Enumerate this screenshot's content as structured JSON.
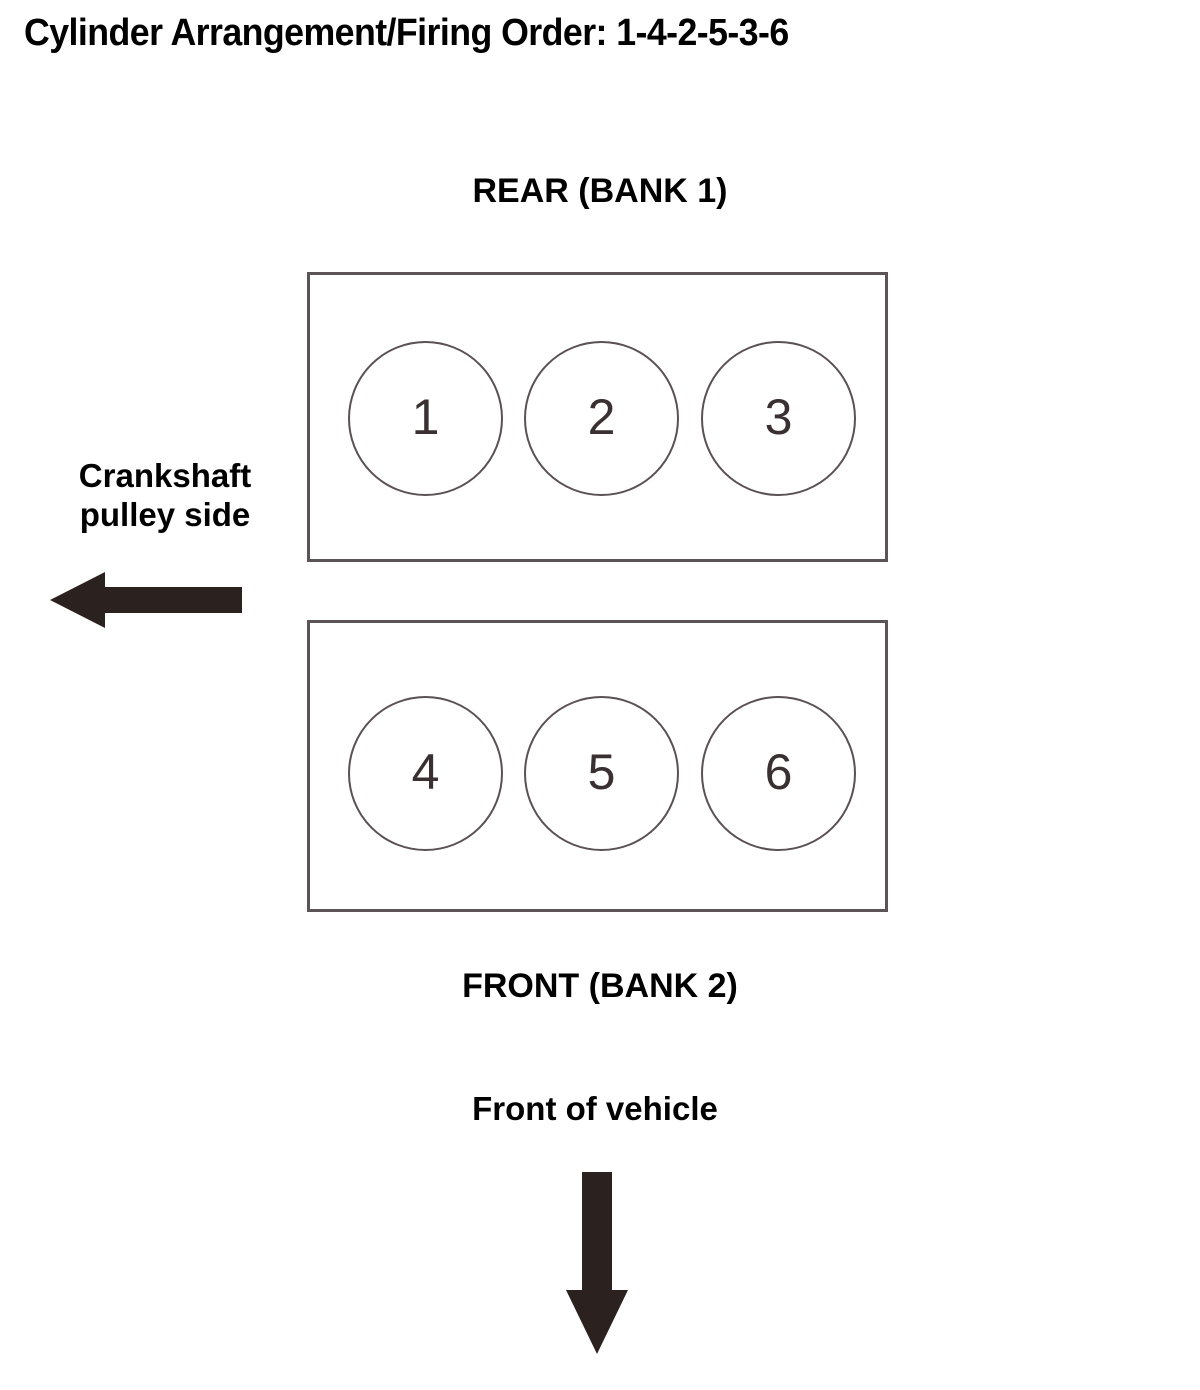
{
  "diagram": {
    "title": "Cylinder Arrangement/Firing Order: 1-4-2-5-3-6",
    "firing_order": "1-4-2-5-3-6",
    "engine_layout": "V6",
    "colors": {
      "text": "#000000",
      "box_border": "#5d5457",
      "circle_border": "#5b5154",
      "circle_number": "#3a3032",
      "arrow": "#2b2220",
      "background": "#ffffff"
    },
    "banks": [
      {
        "caption": "REAR (BANK 1)",
        "caption_position": "above",
        "cylinders": [
          "1",
          "2",
          "3"
        ]
      },
      {
        "caption": "FRONT (BANK 2)",
        "caption_position": "below",
        "cylinders": [
          "4",
          "5",
          "6"
        ]
      }
    ],
    "crankshaft_label": {
      "line1": "Crankshaft",
      "line2": "pulley side"
    },
    "crankshaft_arrow": {
      "icon": "arrow-left-icon",
      "direction": "left"
    },
    "front_of_vehicle_label": "Front of vehicle",
    "front_of_vehicle_arrow": {
      "icon": "arrow-down-icon",
      "direction": "down"
    }
  }
}
